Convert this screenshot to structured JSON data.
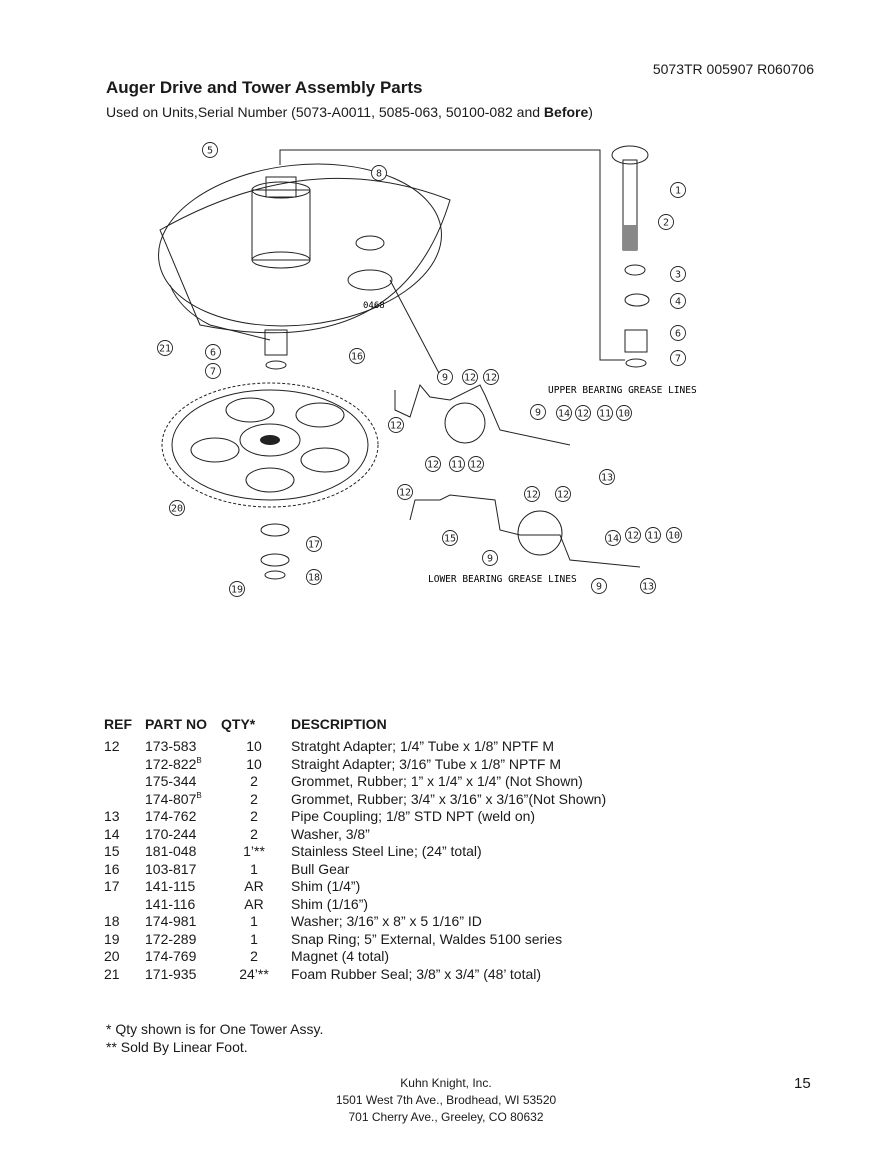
{
  "header": {
    "doc_id": "5073TR 005907 R060706",
    "title": "Auger Drive and Tower Assembly Parts",
    "subtitle_prefix": "Used on Units,Serial Number (5073-A0011, 5085-063, 50100-082 and ",
    "subtitle_bold": "Before",
    "subtitle_suffix": ")"
  },
  "diagram": {
    "labels": {
      "upper": "UPPER BEARING GREASE LINES",
      "lower": "LOWER BEARING GREASE LINES",
      "code": "0468"
    },
    "callouts": [
      "5",
      "8",
      "1",
      "2",
      "3",
      "4",
      "6",
      "7",
      "21",
      "6",
      "7",
      "16",
      "9",
      "12",
      "12",
      "12",
      "9",
      "14",
      "12",
      "11",
      "10",
      "13",
      "12",
      "11",
      "12",
      "12",
      "12",
      "12",
      "15",
      "9",
      "14",
      "12",
      "11",
      "10",
      "9",
      "13",
      "20",
      "17",
      "18",
      "19"
    ]
  },
  "table": {
    "headers": {
      "ref": "REF",
      "part": "PART NO",
      "qty": "QTY*",
      "desc": "DESCRIPTION"
    },
    "rows": [
      {
        "ref": "12",
        "part": "173-583",
        "sup": "",
        "qty": "10",
        "desc": "Stratght Adapter; 1/4” Tube x 1/8” NPTF M"
      },
      {
        "ref": "",
        "part": "172-822",
        "sup": "B",
        "qty": "10",
        "desc": "Straight Adapter; 3/16” Tube x 1/8” NPTF M"
      },
      {
        "ref": "",
        "part": "175-344",
        "sup": "",
        "qty": "2",
        "desc": "Grommet, Rubber; 1” x 1/4” x 1/4” (Not Shown)"
      },
      {
        "ref": "",
        "part": "174-807",
        "sup": "B",
        "qty": "2",
        "desc": "Grommet, Rubber; 3/4” x 3/16” x 3/16”(Not Shown)"
      },
      {
        "ref": "13",
        "part": "174-762",
        "sup": "",
        "qty": "2",
        "desc": "Pipe Coupling; 1/8” STD NPT (weld on)"
      },
      {
        "ref": "14",
        "part": "170-244",
        "sup": "",
        "qty": "2",
        "desc": "Washer, 3/8”"
      },
      {
        "ref": "15",
        "part": "181-048",
        "sup": "",
        "qty": "1’**",
        "desc": " Stainless Steel Line; (24” total)"
      },
      {
        "ref": "16",
        "part": "103-817",
        "sup": "",
        "qty": "1",
        "desc": " Bull Gear"
      },
      {
        "ref": "17",
        "part": "141-115",
        "sup": "",
        "qty": "AR",
        "desc": " Shim (1/4”)"
      },
      {
        "ref": "",
        "part": "141-116",
        "sup": "",
        "qty": "AR",
        "desc": " Shim (1/16”)"
      },
      {
        "ref": "18",
        "part": "174-981",
        "sup": "",
        "qty": "1",
        "desc": " Washer; 3/16” x 8” x 5 1/16” ID"
      },
      {
        "ref": "19",
        "part": "172-289",
        "sup": "",
        "qty": "1",
        "desc": " Snap Ring; 5” External, Waldes 5100 series"
      },
      {
        "ref": "20",
        "part": "174-769",
        "sup": "",
        "qty": "2",
        "desc": " Magnet (4 total)"
      },
      {
        "ref": "21",
        "part": "171-935",
        "sup": "",
        "qty": "24’**",
        "desc": " Foam Rubber Seal; 3/8” x 3/4” (48’ total)"
      }
    ]
  },
  "notes": {
    "note1": "* Qty shown is for One Tower Assy.",
    "note2": "** Sold By Linear Foot."
  },
  "footer": {
    "company": "Kuhn Knight, Inc.",
    "address1": "1501 West 7th Ave., Brodhead, WI 53520",
    "address2": "701 Cherry Ave.,  Greeley, CO 80632",
    "page_number": "15"
  }
}
